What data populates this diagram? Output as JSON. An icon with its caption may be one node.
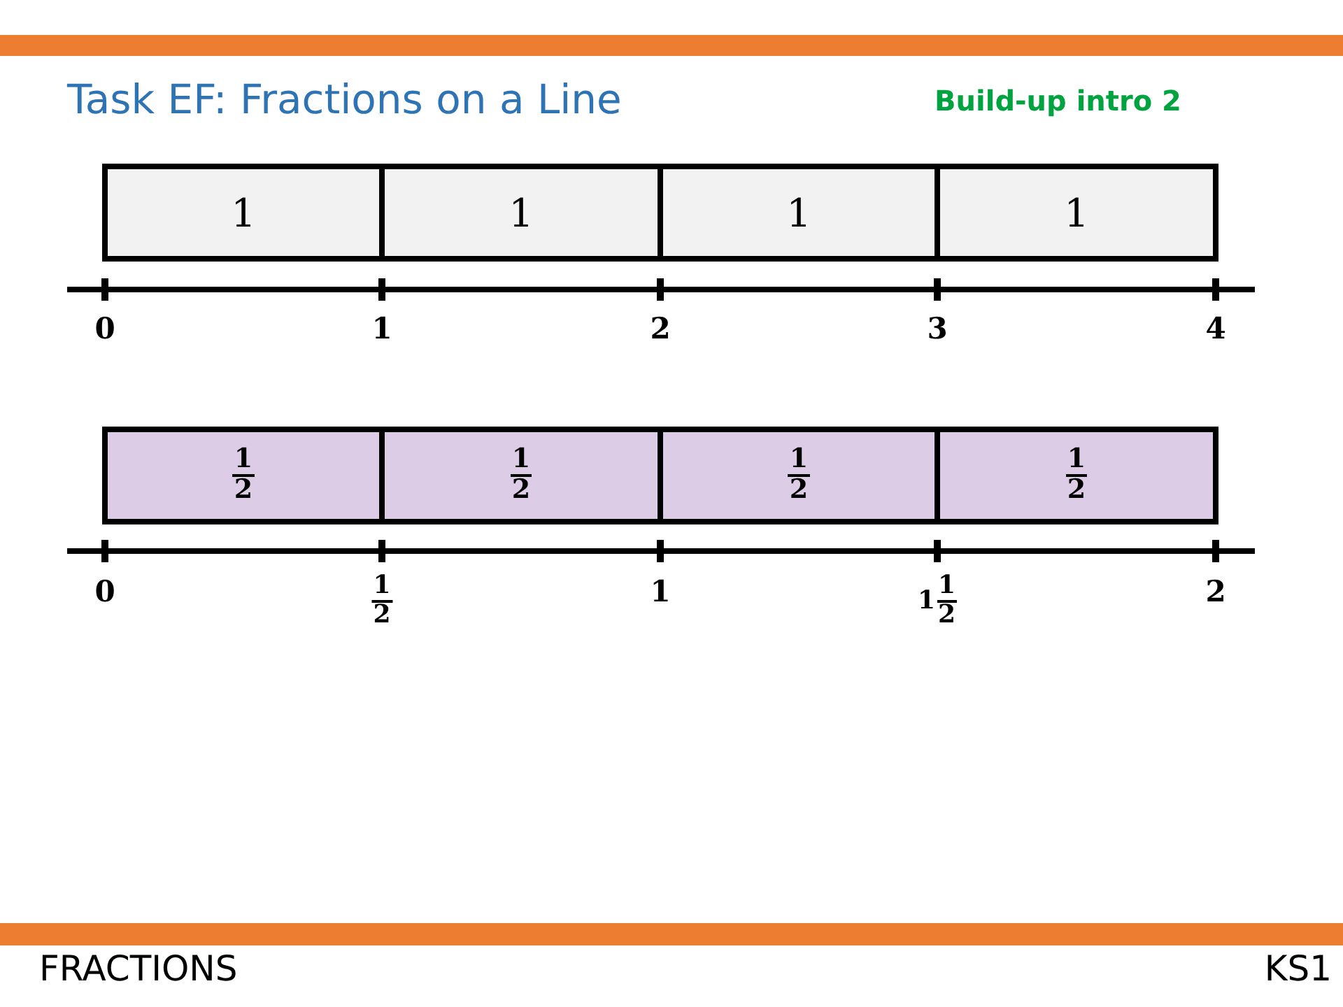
{
  "diagram": {
    "title": "Task EF: Fractions on a Line",
    "nodes": [
      {
        "text": [
          "1"
        ]
      },
      {
        "text": [
          "1"
        ]
      },
      {
        "text": [
          "1"
        ]
      },
      {
        "text": [
          "1"
        ]
      },
      {
        "text": [
          "1",
          "2"
        ]
      },
      {
        "text": [
          "1",
          "2"
        ]
      },
      {
        "text": [
          "1",
          "2"
        ]
      },
      {
        "text": [
          "1",
          "2"
        ]
      }
    ],
    "labels": [
      "Build-up intro 2",
      "0",
      "1",
      "2",
      "3",
      "4",
      "0",
      "1",
      "2",
      "1",
      "1",
      "1",
      "2",
      "2",
      "FRACTIONS",
      "KS1"
    ]
  }
}
